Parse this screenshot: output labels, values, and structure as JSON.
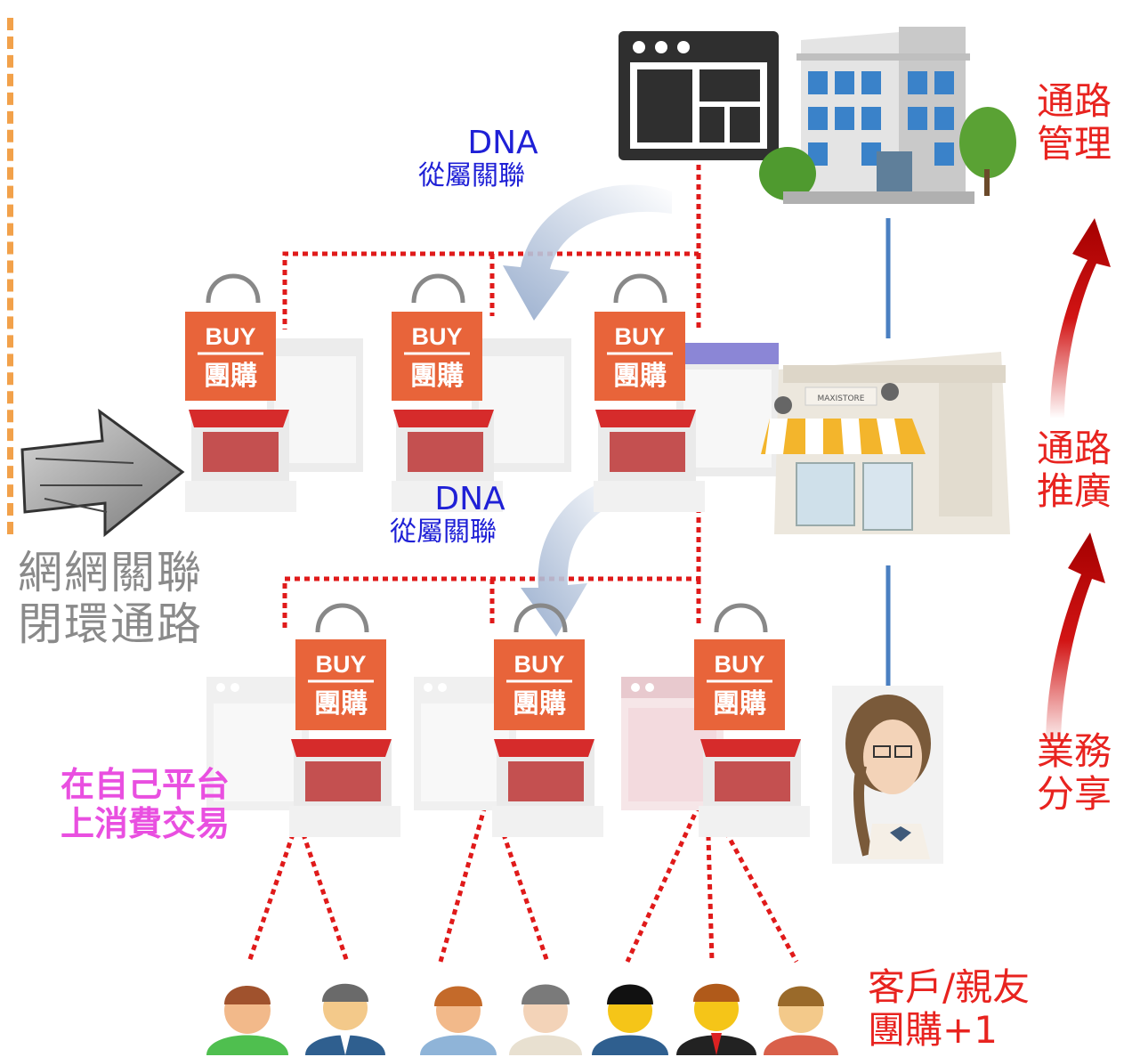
{
  "labels": {
    "channel_management": [
      "通路",
      "管理"
    ],
    "channel_promotion": [
      "通路",
      "推廣"
    ],
    "business_sharing": [
      "業務",
      "分享"
    ],
    "dna_top": {
      "title": "DNA",
      "sub": "從屬關聯"
    },
    "dna_mid": {
      "title": "DNA",
      "sub": "從屬關聯"
    },
    "network": [
      "網網關聯",
      "閉環通路"
    ],
    "own_platform": [
      "在自己平台",
      "上消費交易"
    ],
    "customers": [
      "客戶/親友",
      "團購+1"
    ]
  },
  "bag": {
    "buy": "BUY",
    "group_buy": "團購"
  },
  "storefront_sign": "MAXISTORE",
  "colors": {
    "red_text": "#e8231f",
    "blue_text": "#1f20d6",
    "pink_text": "#e94fe0",
    "bag_orange": "#e8643a",
    "dotted_red": "#e01a1a",
    "blue_line": "#4a7fc1",
    "orange_border": "#f2a14a"
  },
  "icons": [
    "browser-window-icon",
    "office-building-icon",
    "storefront-icon",
    "shopping-bag-icon",
    "laptop-shop-icon",
    "curved-arrow-icon",
    "sketch-arrow-icon",
    "red-up-arrow-icon",
    "woman-avatar-icon",
    "person-avatar-icon"
  ]
}
